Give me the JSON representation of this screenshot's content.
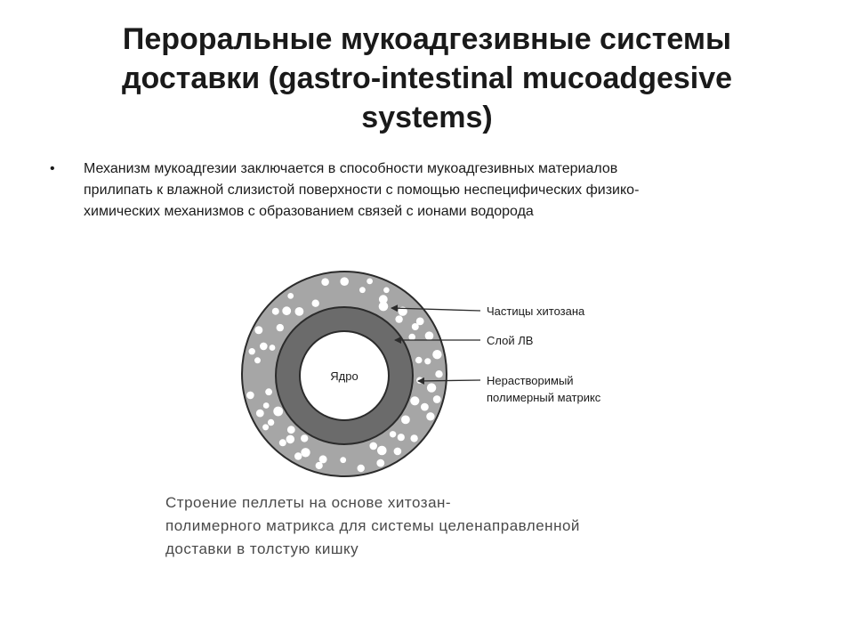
{
  "slide": {
    "title_lines": [
      "Пероральные мукоадгезивные системы",
      "доставки (gastro-intestinal mucoadgesive",
      "systems)"
    ],
    "bullets": [
      {
        "marker": "•",
        "lines": [
          "Механизм мукоадгезии заключается в способности мукоадгезивных материалов",
          "прилипать к влажной слизистой поверхности с помощью неспецифических физико-",
          "химических механизмов с образованием связей с ионами водорода"
        ]
      }
    ]
  },
  "figure": {
    "core_label": "Ядро",
    "callouts": {
      "particles": "Частицы хитозана",
      "drug_layer": "Слой ЛВ",
      "matrix_line1": "Нерастворимый",
      "matrix_line2": "полимерный матрикс"
    },
    "caption_lines": [
      "Строение пеллеты на основе хитозан-",
      "полимерного матрикса для системы целенаправленной",
      "доставки в толстую кишку"
    ],
    "colors": {
      "matrix": "#a6a6a6",
      "drug_layer": "#6b6b6b",
      "core": "#ffffff",
      "outline": "#2b2b2b",
      "particles": "#ffffff"
    }
  }
}
